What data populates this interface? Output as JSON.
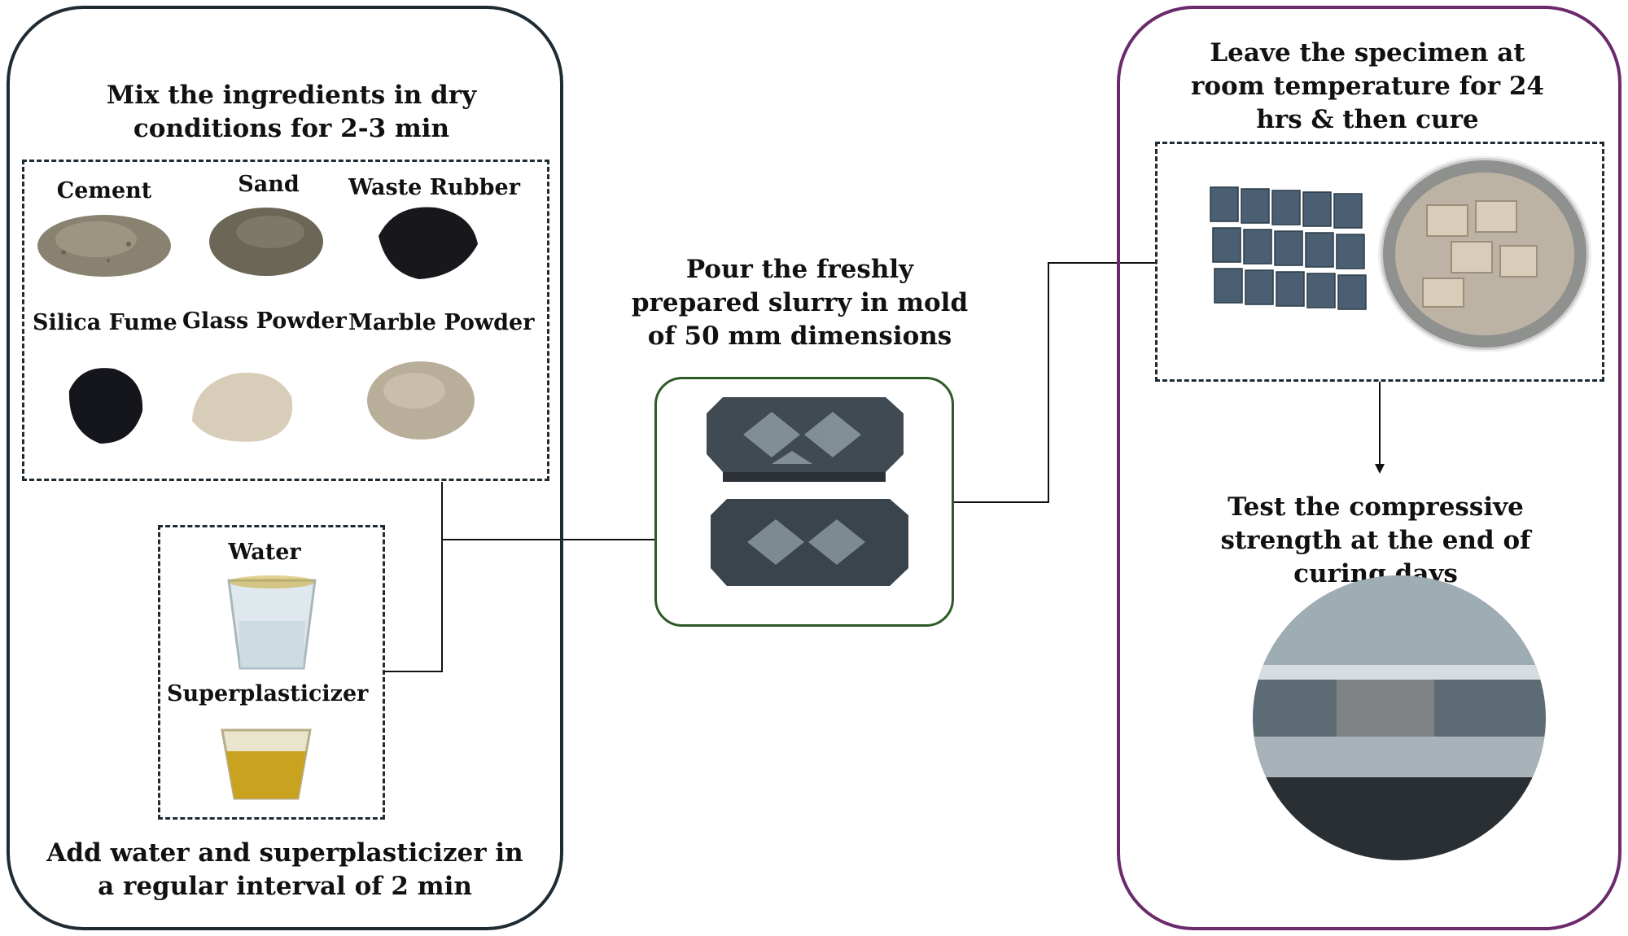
{
  "figure": {
    "left_panel": {
      "caption_mix": "Mix the ingredients in dry conditions for 2-3 min",
      "ingredients": [
        {
          "label": "Cement",
          "icon": "cement-powder-icon",
          "color": "#8a8270"
        },
        {
          "label": "Sand",
          "icon": "sand-powder-icon",
          "color": "#6b6656"
        },
        {
          "label": "Waste Rubber",
          "icon": "rubber-powder-icon",
          "color": "#17171c"
        },
        {
          "label": "Silica Fume",
          "icon": "silica-fume-powder-icon",
          "color": "#15151c"
        },
        {
          "label": "Glass Powder",
          "icon": "glass-powder-icon",
          "color": "#d7cdb8"
        },
        {
          "label": "Marble Powder",
          "icon": "marble-powder-icon",
          "color": "#b9ae9a"
        }
      ],
      "liquids": [
        {
          "label": "Water",
          "icon": "water-glass-icon",
          "color": "#dfe8ec"
        },
        {
          "label": "Superplasticizer",
          "icon": "superplasticizer-glass-icon",
          "color": "#c9a21f"
        }
      ],
      "caption_add": "Add water and superplasticizer in a regular interval of 2 min",
      "border_color": "#1f2b33"
    },
    "middle": {
      "caption_pour": "Pour the freshly prepared slurry in mold of 50 mm dimensions",
      "border_color": "#2d5a27"
    },
    "right_panel": {
      "caption_cure": "Leave the specimen at room temperature for 24 hrs & then cure",
      "caption_test": "Test the compressive strength at the end of curing days",
      "border_color": "#6b2a6b"
    }
  }
}
